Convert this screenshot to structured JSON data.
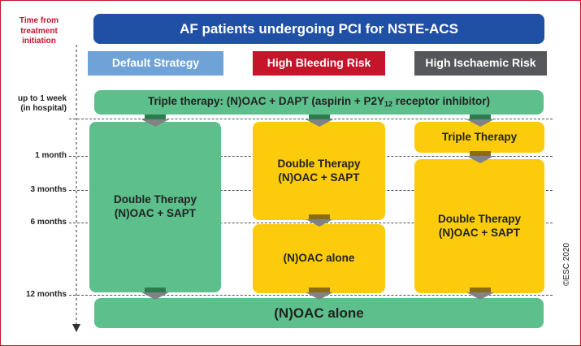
{
  "title": "AF patients undergoing PCI for NSTE-ACS",
  "time_axis_title": "Time from treatment initiation",
  "strategies": {
    "default": "Default Strategy",
    "high_bleeding": "High Bleeding Risk",
    "high_ischaemic": "High Ischaemic Risk"
  },
  "time_points": {
    "week1_line1": "up to 1 week",
    "week1_line2": "(in hospital)",
    "month1": "1 month",
    "month3": "3 months",
    "month6": "6 months",
    "month12": "12 months"
  },
  "boxes": {
    "triple_top_pre": "Triple therapy: (N)OAC + DAPT (aspirin + P2Y",
    "triple_top_sub": "12",
    "triple_top_post": " receptor inhibitor)",
    "default_line1": "Double Therapy",
    "default_line2": "(N)OAC + SAPT",
    "hbr_double_line1": "Double Therapy",
    "hbr_double_line2": "(N)OAC + SAPT",
    "hbr_oac": "(N)OAC alone",
    "hir_triple": "Triple Therapy",
    "hir_double_line1": "Double Therapy",
    "hir_double_line2": "(N)OAC + SAPT",
    "bottom_oac": "(N)OAC  alone"
  },
  "copyright": "©ESC 2020",
  "colors": {
    "title_blue": "#2050a6",
    "default_blue": "#6fa3d8",
    "bleeding_red": "#c4152b",
    "ischaemic_grey": "#55575a",
    "therapy_green": "#5dbf8b",
    "therapy_yellow": "#fccb0b"
  }
}
